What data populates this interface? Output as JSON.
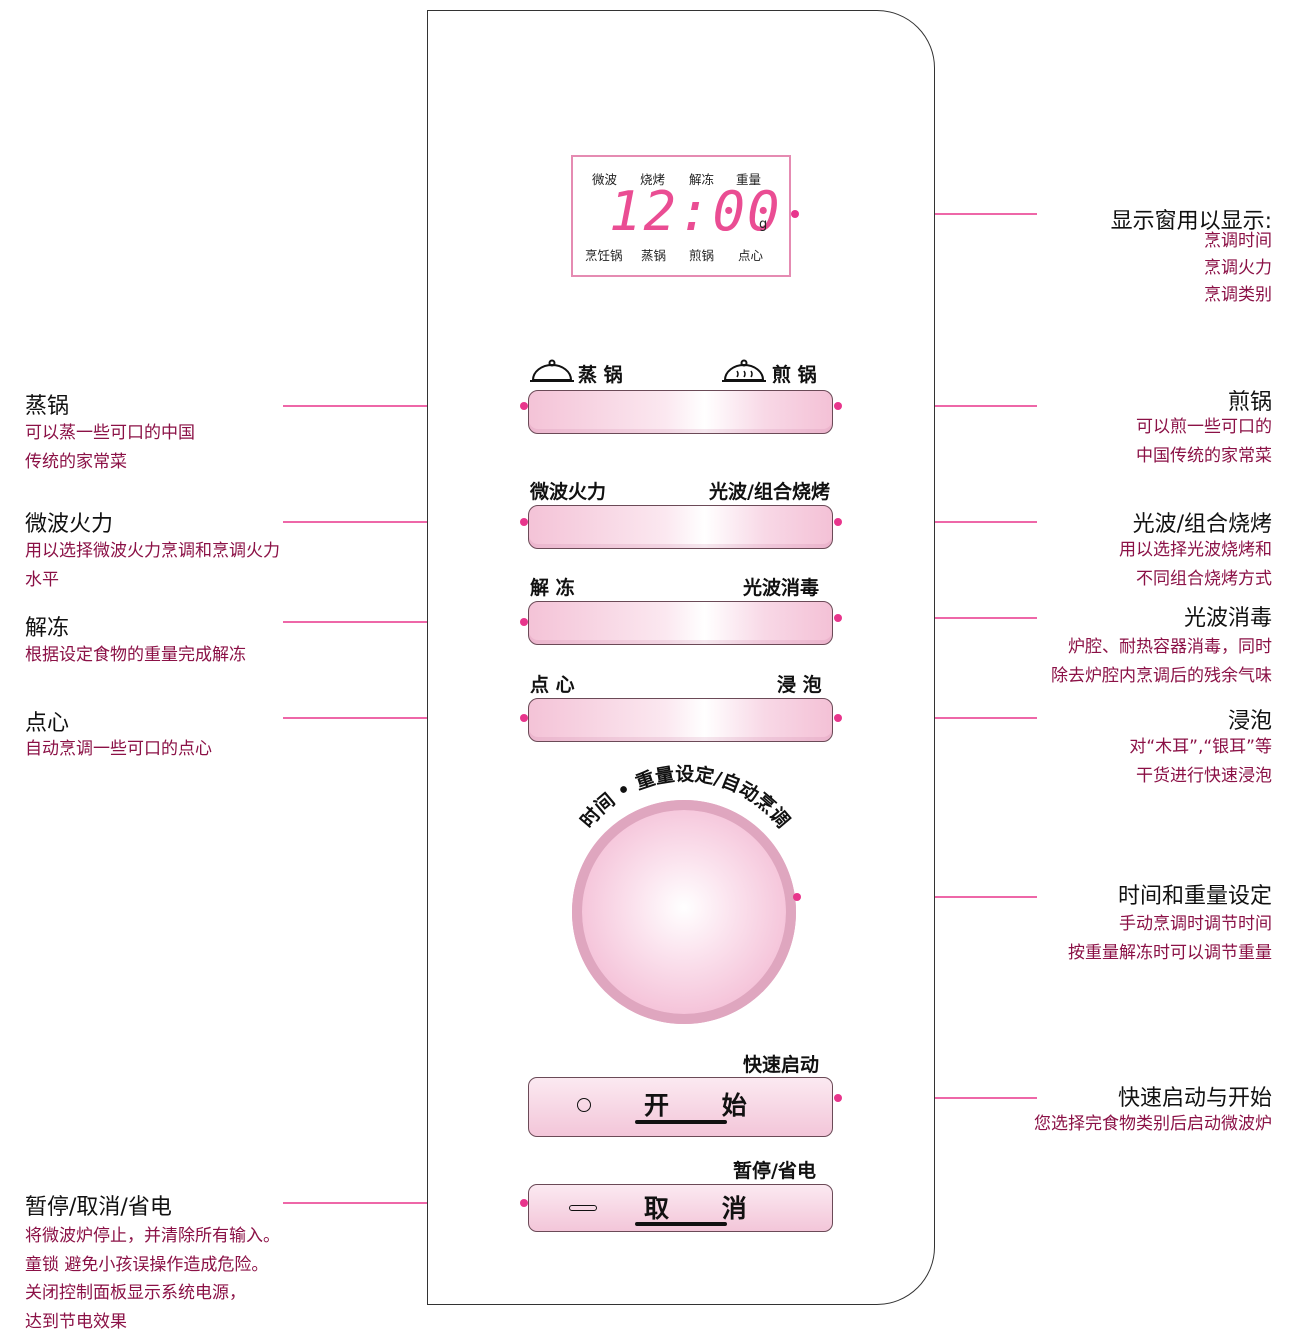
{
  "colors": {
    "accent": "#e8358c",
    "desc_text": "#8b1146",
    "digits": "#ea4d93",
    "button_pink": "#f4c3d7"
  },
  "display": {
    "top_labels": [
      "微波",
      "烧烤",
      "解冻",
      "重量"
    ],
    "digits": "12:00",
    "unit": "g",
    "bottom_labels": [
      "烹饪锅",
      "蒸锅",
      "煎锅",
      "点心"
    ]
  },
  "buttons": {
    "steam_label": "蒸 锅",
    "fry_label": "煎 锅",
    "micro_label": "微波火力",
    "combo_label": "光波/组合烧烤",
    "defrost_label": "解 冻",
    "sterilize_label": "光波消毒",
    "snack_label": "点 心",
    "soak_label": "浸 泡",
    "dial_label": "时间 • 重量设定/自动烹调",
    "quick_label": "快速启动",
    "start_text": "开 始",
    "pause_label": "暂停/省电",
    "cancel_text": "取 消"
  },
  "icons": {
    "steam": "steam-cover-icon",
    "fry": "fry-cover-icon",
    "start": "circle-icon",
    "cancel": "dash-icon"
  },
  "notes": {
    "display": {
      "title": "显示窗用以显示:",
      "lines": [
        "烹调时间",
        "烹调火力",
        "烹调类别"
      ]
    },
    "steam": {
      "title": "蒸锅",
      "lines": [
        "可以蒸一些可口的中国",
        "传统的家常菜"
      ]
    },
    "fry": {
      "title": "煎锅",
      "lines": [
        "可以煎一些可口的",
        "中国传统的家常菜"
      ]
    },
    "micro": {
      "title": "微波火力",
      "lines": [
        "用以选择微波火力烹调和烹调火力",
        "水平"
      ]
    },
    "combo": {
      "title": "光波/组合烧烤",
      "lines": [
        "用以选择光波烧烤和",
        "不同组合烧烤方式"
      ]
    },
    "defrost": {
      "title": "解冻",
      "lines": [
        "根据设定食物的重量完成解冻"
      ]
    },
    "sterilize": {
      "title": "光波消毒",
      "lines": [
        "炉腔、耐热容器消毒，同时",
        "除去炉腔内烹调后的残余气味"
      ]
    },
    "snack": {
      "title": "点心",
      "lines": [
        "自动烹调一些可口的点心"
      ]
    },
    "soak": {
      "title": "浸泡",
      "lines": [
        "对“木耳”,“银耳”等",
        "干货进行快速浸泡"
      ]
    },
    "dial": {
      "title": "时间和重量设定",
      "lines": [
        "手动烹调时调节时间",
        "按重量解冻时可以调节重量"
      ]
    },
    "start": {
      "title": "快速启动与开始",
      "lines": [
        "您选择完食物类别后启动微波炉"
      ]
    },
    "cancel": {
      "title": "暂停/取消/省电",
      "lines": [
        "将微波炉停止，并清除所有输入。",
        "童锁 避免小孩误操作造成危险。",
        "关闭控制面板显示系统电源，",
        "达到节电效果"
      ]
    }
  }
}
